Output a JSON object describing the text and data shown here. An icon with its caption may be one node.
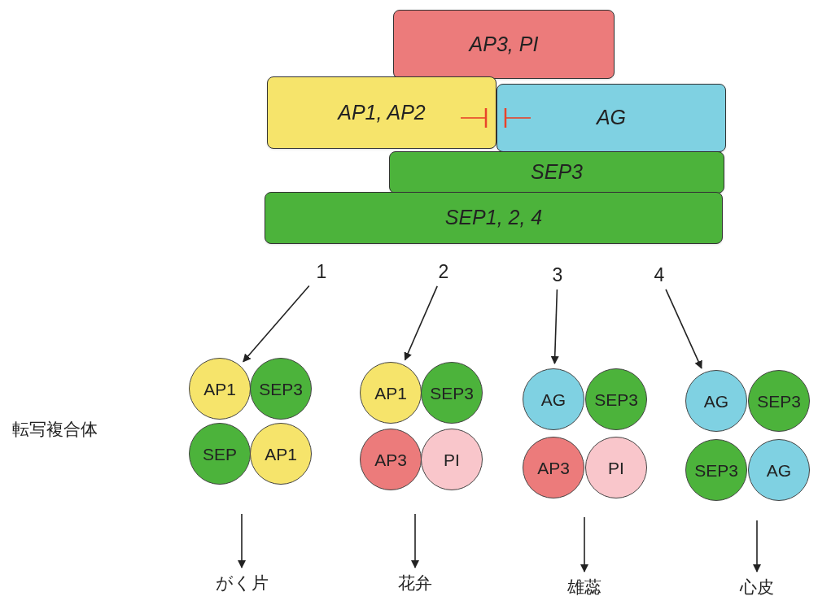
{
  "diagram": {
    "nodes": [
      {
        "text": [
          "AP3, PI"
        ]
      },
      {
        "text": [
          "AP1, AP2"
        ]
      },
      {
        "text": [
          "AG"
        ]
      },
      {
        "text": [
          "SEP3"
        ]
      },
      {
        "text": [
          "SEP1, 2, 4"
        ]
      },
      {
        "text": [
          "1"
        ]
      },
      {
        "text": [
          "2"
        ]
      },
      {
        "text": [
          "3"
        ]
      },
      {
        "text": [
          "4"
        ]
      },
      {
        "text": [
          "AP1"
        ]
      },
      {
        "text": [
          "SEP3"
        ]
      },
      {
        "text": [
          "SEP"
        ]
      },
      {
        "text": [
          "AP1"
        ]
      },
      {
        "text": [
          "AP1"
        ]
      },
      {
        "text": [
          "SEP3"
        ]
      },
      {
        "text": [
          "AP3"
        ]
      },
      {
        "text": [
          "PI"
        ]
      },
      {
        "text": [
          "AG"
        ]
      },
      {
        "text": [
          "SEP3"
        ]
      },
      {
        "text": [
          "AP3"
        ]
      },
      {
        "text": [
          "PI"
        ]
      },
      {
        "text": [
          "AG"
        ]
      },
      {
        "text": [
          "SEP3"
        ]
      },
      {
        "text": [
          "SEP3"
        ]
      },
      {
        "text": [
          "AG"
        ]
      },
      {
        "text": [
          "がく片"
        ]
      },
      {
        "text": [
          "花弁"
        ]
      },
      {
        "text": [
          "雄蕊"
        ]
      },
      {
        "text": [
          "心皮"
        ]
      }
    ],
    "edges": [
      {
        "from": 1,
        "to": 2,
        "arrow": "other",
        "color": "#e8442a"
      },
      {
        "from": 2,
        "to": 1,
        "arrow": "other",
        "color": "#e8442a"
      },
      {
        "from": 5,
        "to": 9,
        "arrow": "to"
      },
      {
        "from": 6,
        "to": 13,
        "arrow": "to"
      },
      {
        "from": 7,
        "to": 17,
        "arrow": "to"
      },
      {
        "from": 8,
        "to": 21,
        "arrow": "to"
      },
      {
        "from": null,
        "to": 25,
        "arrow": "to"
      },
      {
        "from": null,
        "to": 26,
        "arrow": "to"
      },
      {
        "from": null,
        "to": 27,
        "arrow": "to"
      },
      {
        "from": null,
        "to": 28,
        "arrow": "to"
      }
    ],
    "labels": [
      "転写複合体"
    ]
  }
}
